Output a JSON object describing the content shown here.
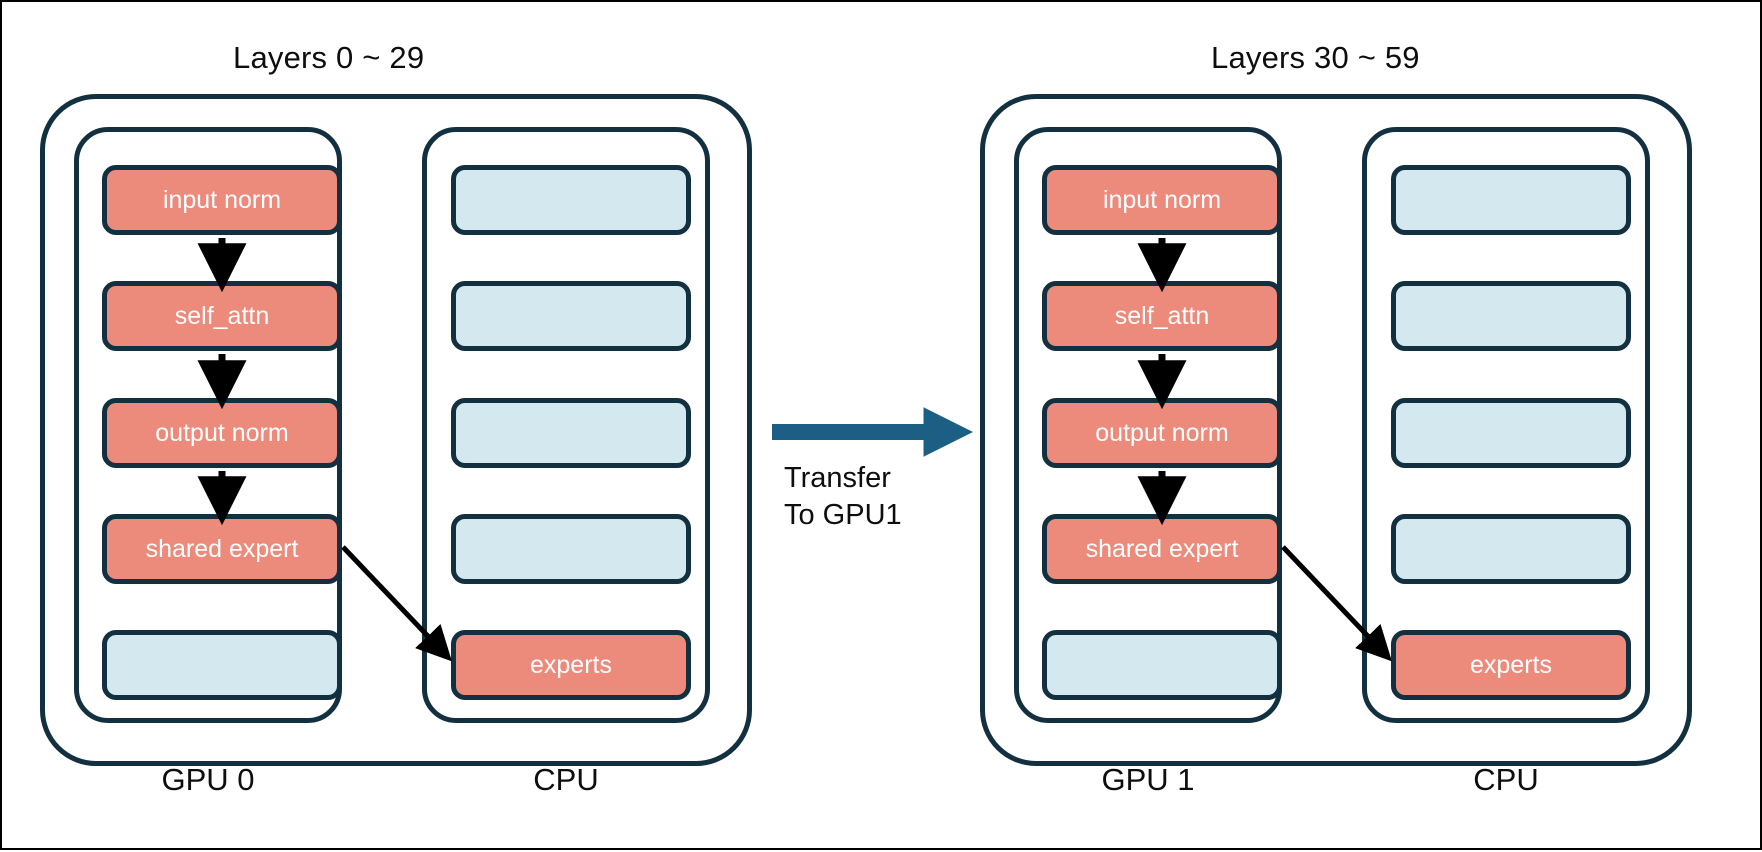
{
  "diagram": {
    "title_left": "Layers 0 ~ 29",
    "title_right": "Layers 30 ~ 59",
    "colors": {
      "stroke": "#12303f",
      "coral": "#ec8a7b",
      "light_blue": "#d3e8ef",
      "transfer_arrow": "#1d5f84",
      "text": "#0e0e0e",
      "background": "#ffffff"
    },
    "transfer": {
      "line1": "Transfer",
      "line2": "To GPU1",
      "arrow_direction": "right"
    },
    "panels": [
      {
        "id": "panel-left",
        "title": "Layers 0 ~ 29",
        "columns": [
          {
            "id": "gpu-0",
            "label": "GPU 0",
            "blocks": [
              {
                "label": "input norm",
                "fill": "coral"
              },
              {
                "label": "self_attn",
                "fill": "coral"
              },
              {
                "label": "output norm",
                "fill": "coral"
              },
              {
                "label": "shared expert",
                "fill": "coral"
              },
              {
                "label": "",
                "fill": "blue"
              }
            ]
          },
          {
            "id": "cpu-0",
            "label": "CPU",
            "blocks": [
              {
                "label": "",
                "fill": "blue"
              },
              {
                "label": "",
                "fill": "blue"
              },
              {
                "label": "",
                "fill": "blue"
              },
              {
                "label": "",
                "fill": "blue"
              },
              {
                "label": "experts",
                "fill": "coral"
              }
            ]
          }
        ]
      },
      {
        "id": "panel-right",
        "title": "Layers 30 ~ 59",
        "columns": [
          {
            "id": "gpu-1",
            "label": "GPU 1",
            "blocks": [
              {
                "label": "input norm",
                "fill": "coral"
              },
              {
                "label": "self_attn",
                "fill": "coral"
              },
              {
                "label": "output norm",
                "fill": "coral"
              },
              {
                "label": "shared expert",
                "fill": "coral"
              },
              {
                "label": "",
                "fill": "blue"
              }
            ]
          },
          {
            "id": "cpu-1",
            "label": "CPU",
            "blocks": [
              {
                "label": "",
                "fill": "blue"
              },
              {
                "label": "",
                "fill": "blue"
              },
              {
                "label": "",
                "fill": "blue"
              },
              {
                "label": "",
                "fill": "blue"
              },
              {
                "label": "experts",
                "fill": "coral"
              }
            ]
          }
        ]
      }
    ]
  }
}
